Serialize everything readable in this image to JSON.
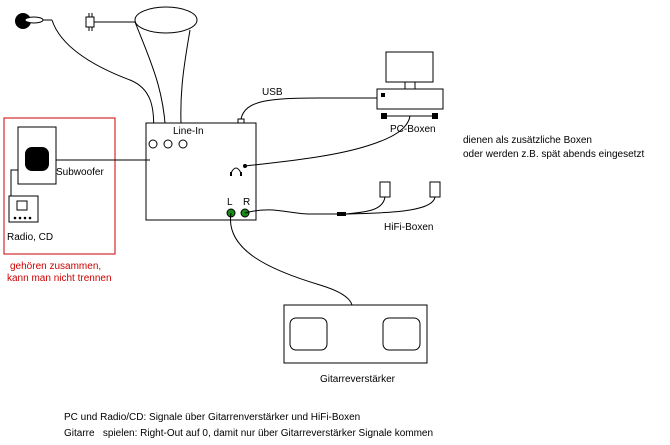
{
  "labels": {
    "line_in": "Line-In",
    "usb": "USB",
    "pc_boxen": "PC-Boxen",
    "subwoofer": "Subwoofer",
    "radio_cd": "Radio, CD",
    "left": "L",
    "right": "R",
    "hifi_boxen": "HiFi-Boxen",
    "gitarrenverstaerker": "Gitarreverstärker"
  },
  "notes": {
    "pc_boxen_line1": "dienen als zusätzliche Boxen",
    "pc_boxen_line2": "oder werden z.B. spät abends eingesetzt",
    "group_line1": "gehören zusammen,",
    "group_line2": "kann man nicht trennen",
    "footer_line1": "PC und Radio/CD: Signale über Gitarrenverstärker und HiFi-Boxen",
    "footer_line2": "Gitarre   spielen: Right-Out auf 0, damit nur über Gitarreverstärker Signale kommen"
  },
  "colors": {
    "group_border": "#cc0000",
    "group_text": "#cc0000",
    "output_jack": "#1a8a1a"
  },
  "icons": {
    "microphone": "microphone-icon",
    "stereo_plug": "stereo-plug-icon",
    "guitar_pickup": "guitar-pickup-icon",
    "headphone": "headphone-icon"
  }
}
